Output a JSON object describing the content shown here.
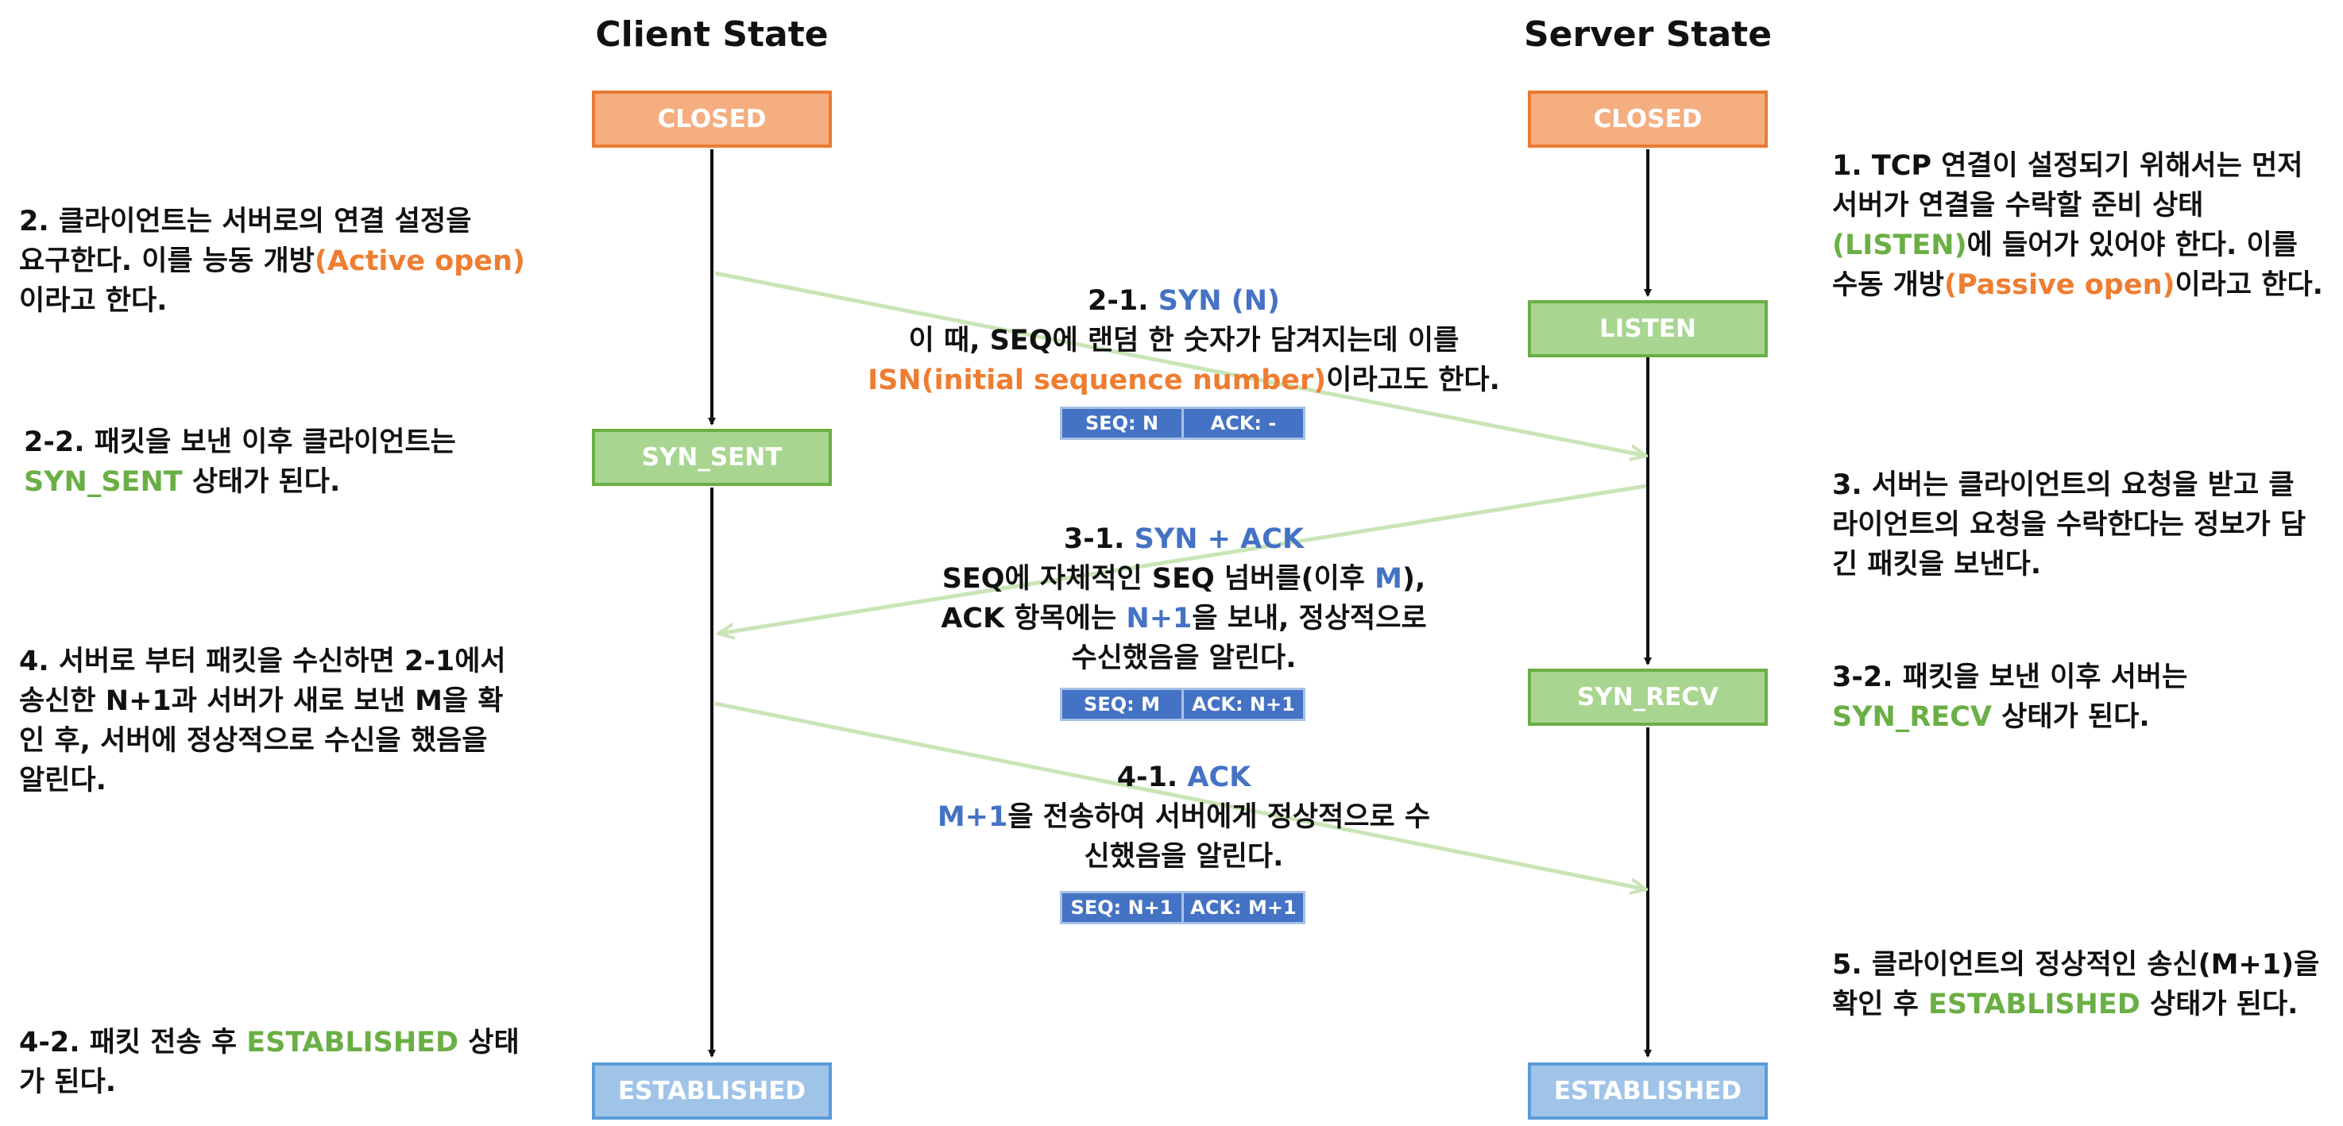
{
  "headers": {
    "client": "Client State",
    "server": "Server State"
  },
  "client_states": {
    "closed": "CLOSED",
    "syn_sent": "SYN_SENT",
    "established": "ESTABLISHED"
  },
  "server_states": {
    "closed": "CLOSED",
    "listen": "LISTEN",
    "syn_recv": "SYN_RECV",
    "established": "ESTABLISHED"
  },
  "left_notes": {
    "n2": {
      "l1": "2. 클라이언트는 서버로의 연결 설정을",
      "l2a": "요구한다. 이를 능동 개방",
      "l2b": "(Active open)",
      "l3": "이라고 한다."
    },
    "n22": {
      "l1": "2-2. 패킷을 보낸 이후 클라이언트는",
      "l2a": "SYN_SENT",
      "l2b": " 상태가 된다."
    },
    "n4": {
      "l1": "4. 서버로 부터 패킷을 수신하면 2-1에서",
      "l2": "송신한 N+1과 서버가 새로 보낸 M을 확",
      "l3": "인 후, 서버에 정상적으로 수신을 했음을",
      "l4": "알린다."
    },
    "n42": {
      "l1a": "4-2. 패킷 전송 후 ",
      "l1b": "ESTABLISHED",
      "l1c": " 상태",
      "l2": "가 된다."
    }
  },
  "right_notes": {
    "n1": {
      "l1": "1. TCP 연결이 설정되기 위해서는 먼저",
      "l2": "서버가 연결을 수락할 준비 상태",
      "l3a": "(LISTEN)",
      "l3b": "에 들어가 있어야 한다. 이를",
      "l4a": "수동 개방",
      "l4b": "(Passive open)",
      "l4c": "이라고 한다."
    },
    "n3": {
      "l1": "3. 서버는 클라이언트의 요청을 받고 클",
      "l2": "라이언트의 요청을 수락한다는 정보가 담",
      "l3": "긴 패킷을 보낸다."
    },
    "n32": {
      "l1": "3-2. 패킷을 보낸 이후 서버는",
      "l2a": "SYN_RECV",
      "l2b": " 상태가 된다."
    },
    "n5": {
      "l1": "5. 클라이언트의 정상적인 송신(M+1)을",
      "l2a": "확인 후 ",
      "l2b": "ESTABLISHED",
      "l2c": " 상태가 된다."
    }
  },
  "center_notes": {
    "c21": {
      "l1a": "2-1. ",
      "l1b": "SYN (N)",
      "l2": "이 때, SEQ에 랜덤 한 숫자가 담겨지는데 이를",
      "l3a": "ISN(initial sequence number)",
      "l3b": "이라고도 한다."
    },
    "c31": {
      "l1a": "3-1. ",
      "l1b": "SYN + ACK",
      "l2a": "SEQ에 자체적인 SEQ 넘버를(이후 ",
      "l2b": "M",
      "l2c": "),",
      "l3a": "ACK 항목에는 ",
      "l3b": "N+1",
      "l3c": "을 보내, 정상적으로",
      "l4": "수신했음을 알린다."
    },
    "c41": {
      "l1a": "4-1. ",
      "l1b": "ACK",
      "l2a": "M+1",
      "l2b": "을 전송하여 서버에게 정상적으로 수",
      "l3": "신했음을 알린다."
    }
  },
  "packets": [
    {
      "seq": "SEQ: N",
      "ack": "ACK: -"
    },
    {
      "seq": "SEQ: M",
      "ack": "ACK: N+1"
    },
    {
      "seq": "SEQ: N+1",
      "ack": "ACK: M+1"
    }
  ],
  "colors": {
    "orange": "#ee7d31",
    "green": "#6aaf45",
    "blue": "#4472c4",
    "arrow": "#c9e5b8"
  }
}
